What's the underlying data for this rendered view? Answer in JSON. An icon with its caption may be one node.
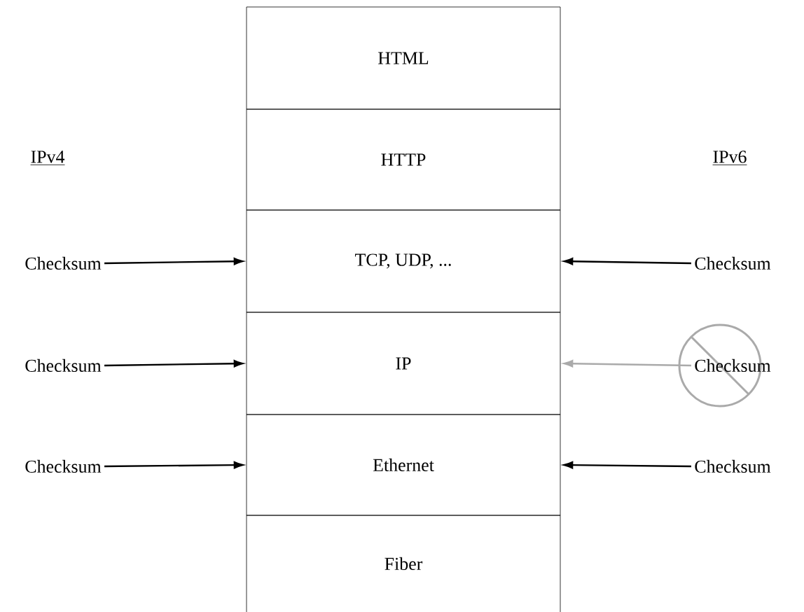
{
  "diagram": {
    "nodes": [
      {
        "text": [
          "HTML"
        ]
      },
      {
        "text": [
          "HTTP"
        ]
      },
      {
        "text": [
          "TCP, UDP, ..."
        ]
      },
      {
        "text": [
          "IP"
        ]
      },
      {
        "text": [
          "Ethernet"
        ]
      },
      {
        "text": [
          "Fiber"
        ]
      },
      {
        "text": [
          "Checksum"
        ]
      },
      {
        "text": [
          "Checksum"
        ]
      },
      {
        "text": [
          "Checksum"
        ]
      },
      {
        "text": [
          "Checksum"
        ]
      },
      {
        "text": [
          "Checksum"
        ]
      },
      {
        "text": [
          "Checksum"
        ]
      }
    ],
    "edges": [
      {
        "from": 6,
        "to": 2,
        "arrow": "to"
      },
      {
        "from": 7,
        "to": 2,
        "arrow": "to"
      },
      {
        "from": 8,
        "to": 3,
        "arrow": "to"
      },
      {
        "from": 9,
        "to": 3,
        "arrow": "to",
        "color": "#aaaaaa"
      },
      {
        "from": 10,
        "to": 4,
        "arrow": "to"
      },
      {
        "from": 11,
        "to": 4,
        "arrow": "to"
      }
    ],
    "labels": [
      "IPv4",
      "IPv6"
    ]
  }
}
